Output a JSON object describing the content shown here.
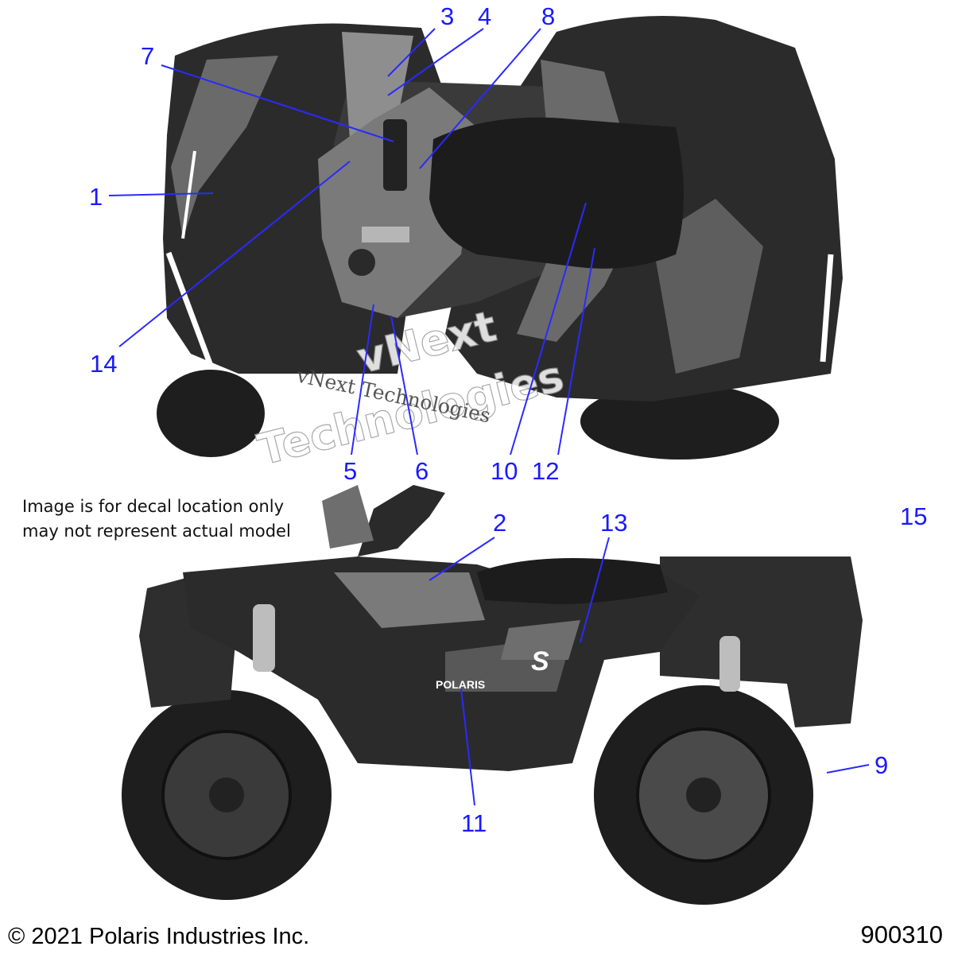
{
  "callouts": {
    "c1": "1",
    "c2": "2",
    "c3": "3",
    "c4": "4",
    "c5": "5",
    "c6": "6",
    "c7": "7",
    "c8": "8",
    "c9": "9",
    "c10": "10",
    "c11": "11",
    "c12": "12",
    "c13": "13",
    "c14": "14",
    "c15": "15"
  },
  "note": {
    "line1": "Image is for decal location only",
    "line2": "may not represent actual model"
  },
  "watermark": {
    "big_line1": "vNext",
    "big_line2": "Technologies",
    "small": "vNext Technologies"
  },
  "vehicle_decals": {
    "brand": "POLARIS",
    "model_mark": "S"
  },
  "footer": {
    "copyright": "© 2021 Polaris Industries Inc.",
    "figure_number": "900310"
  },
  "colors": {
    "callout": "#1a1aff",
    "body_dark": "#2a2a2a",
    "body_mid": "#6e6e6e",
    "body_light": "#9a9a9a"
  }
}
